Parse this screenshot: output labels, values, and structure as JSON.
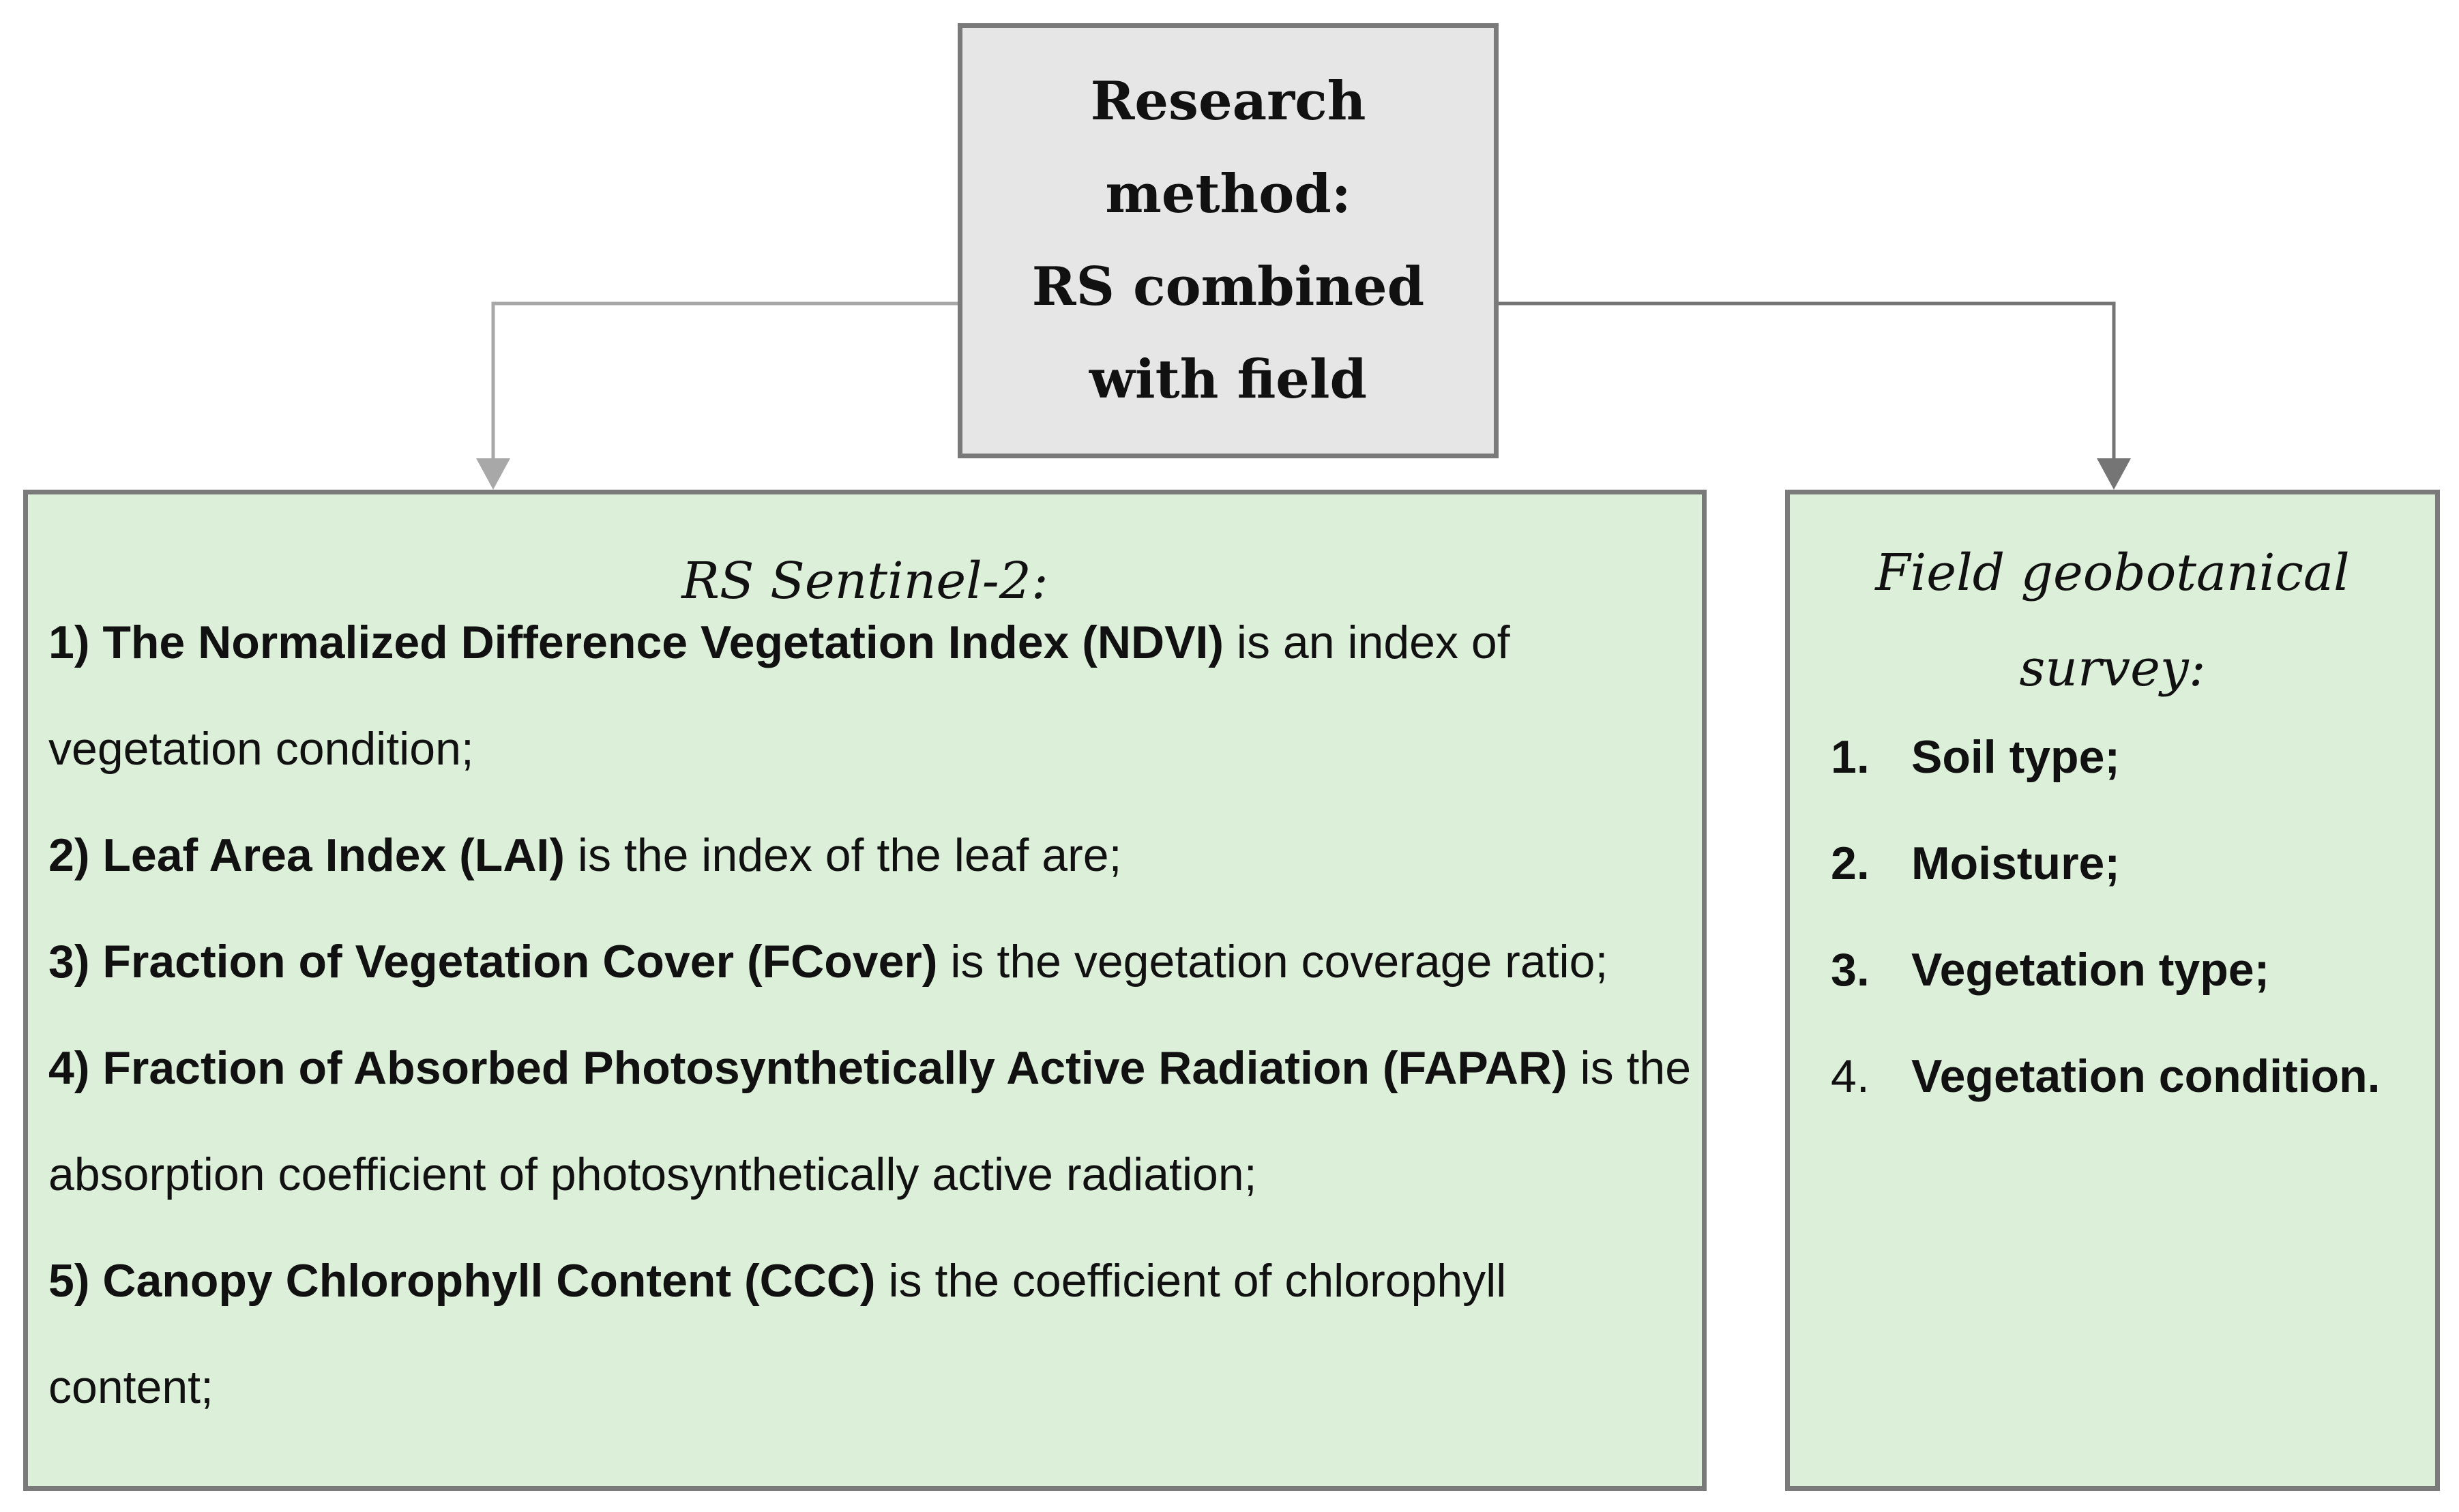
{
  "top": {
    "title_lines": [
      "Research",
      "method:",
      "RS combined",
      "with field"
    ]
  },
  "left": {
    "heading": "RS Sentinel-2:",
    "lines": [
      {
        "bold": "1) The Normalized Difference Vegetation Index (NDVI)",
        "text": " is an index of"
      },
      {
        "bold": "",
        "text": "vegetation condition;"
      },
      {
        "bold": "2) Leaf Area Index (LAI)",
        "text": " is the index of the leaf are;"
      },
      {
        "bold": "3) Fraction of Vegetation Cover (FCover)",
        "text": " is the vegetation coverage ratio;"
      },
      {
        "bold": "4) Fraction of Absorbed Photosynthetically Active Radiation (FAPAR)",
        "text": " is the"
      },
      {
        "bold": "",
        "text": "absorption coefficient of photosynthetically active radiation;"
      },
      {
        "bold": "5) Canopy Chlorophyll Content (CCC)",
        "text": " is the coefficient of chlorophyll"
      },
      {
        "bold": "",
        "text": "content;"
      }
    ]
  },
  "right": {
    "heading_lines": [
      "Field geobotanical",
      "survey:"
    ],
    "items": [
      {
        "num": "1.",
        "text": "Soil type;"
      },
      {
        "num": "2.",
        "text": "Moisture;"
      },
      {
        "num": "3.",
        "text": "Vegetation type;"
      },
      {
        "num": "4.",
        "text": "Vegetation condition."
      }
    ]
  },
  "colors": {
    "top_fill": "#e6e6e6",
    "box_fill": "#dcefd9",
    "border": "#7a7a7a",
    "left_arrow": "#a8a8a8",
    "right_arrow": "#757575"
  }
}
